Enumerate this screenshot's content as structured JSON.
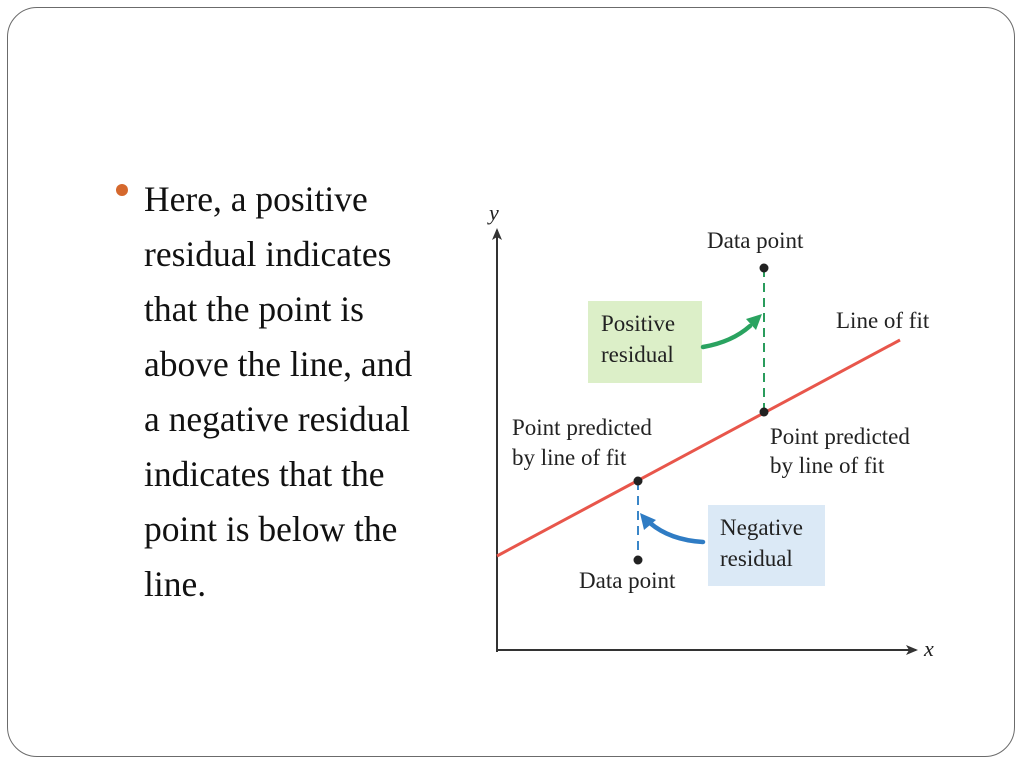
{
  "slide": {
    "bullet_text": "Here, a positive\nresidual  indicates\nthat the point is\nabove the line, and\na negative residual\nindicates that the\npoint is below the\nline.",
    "bullet_color": "#d5682d"
  },
  "diagram": {
    "y_axis_label": "y",
    "x_axis_label": "x",
    "line_label": "Line of fit",
    "data_point_label_upper": "Data point",
    "predicted_label_right": [
      "Point predicted",
      "by line of fit"
    ],
    "predicted_label_left": [
      "Point predicted",
      "by line of fit"
    ],
    "data_point_label_lower": "Data point",
    "positive_residual_label": [
      "Positive",
      "residual"
    ],
    "negative_residual_label": [
      "Negative",
      "residual"
    ],
    "colors": {
      "line_of_fit": "#e8564b",
      "positive_box": "#dcefc8",
      "negative_box": "#dbe9f6",
      "positive_arrow": "#2aa360",
      "negative_arrow": "#2f7cc4",
      "positive_dash": "#2a9c5c",
      "negative_dash": "#3a86c8",
      "axis": "#333333"
    }
  }
}
